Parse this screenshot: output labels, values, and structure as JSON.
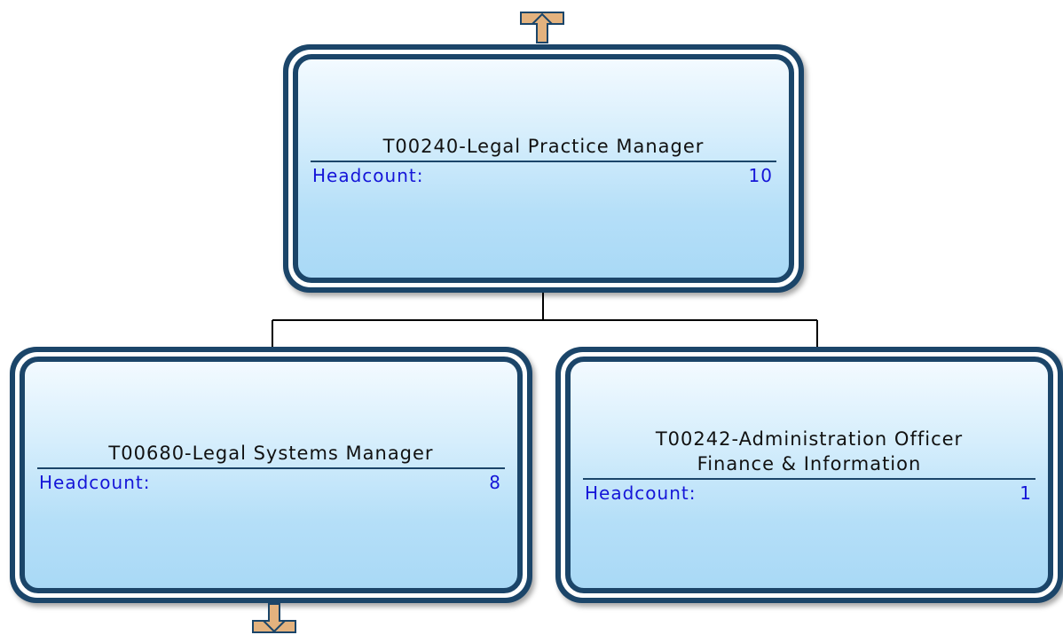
{
  "nodes": [
    {
      "id": "T00240",
      "title_lines": [
        "T00240-Legal Practice Manager"
      ],
      "metric_label": "Headcount:",
      "metric_value": "10"
    },
    {
      "id": "T00680",
      "title_lines": [
        "T00680-Legal Systems Manager"
      ],
      "metric_label": "Headcount:",
      "metric_value": "8"
    },
    {
      "id": "T00242",
      "title_lines": [
        "T00242-Administration Officer",
        "Finance & Information"
      ],
      "metric_label": "Headcount:",
      "metric_value": "1"
    }
  ],
  "navigation": {
    "up_icon": "arrow-up-icon",
    "down_icon": "arrow-down-icon"
  },
  "colors": {
    "node_border": "#1b4569",
    "node_fill_top": "#f3faff",
    "node_fill_bottom": "#a9d9f6",
    "title_text": "#111111",
    "metric_text": "#1515d8",
    "nav_arrow_fill": "#e3b27e",
    "connector": "#000000"
  }
}
